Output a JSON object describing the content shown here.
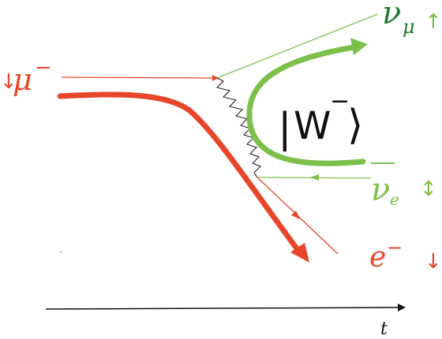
{
  "particles": {
    "muon": {
      "symbol": "μ",
      "charge": "−",
      "spin_arrow": "↓"
    },
    "muon_neutrino": {
      "symbol": "ν",
      "subscript": "μ",
      "spin_arrow": "↑"
    },
    "electron_antineutrino": {
      "symbol": "ν",
      "subscript": "e",
      "spin_arrow": "↕"
    },
    "electron": {
      "symbol": "e",
      "charge": "−",
      "spin_arrow": "↓"
    }
  },
  "w_boson": {
    "ket_left": "|",
    "symbol": "W",
    "charge": "−",
    "ket_right": "⟩"
  },
  "time_axis": {
    "label": "t"
  },
  "colors": {
    "muon_line": "#e8462a",
    "neutrino_line": "#7cc04b",
    "neutrino_label_dark": "#1f7a2e",
    "boson_line": "#222222",
    "axis_line": "#111111",
    "thick_red": "#e8462a",
    "thick_green": "#7cc04b"
  }
}
